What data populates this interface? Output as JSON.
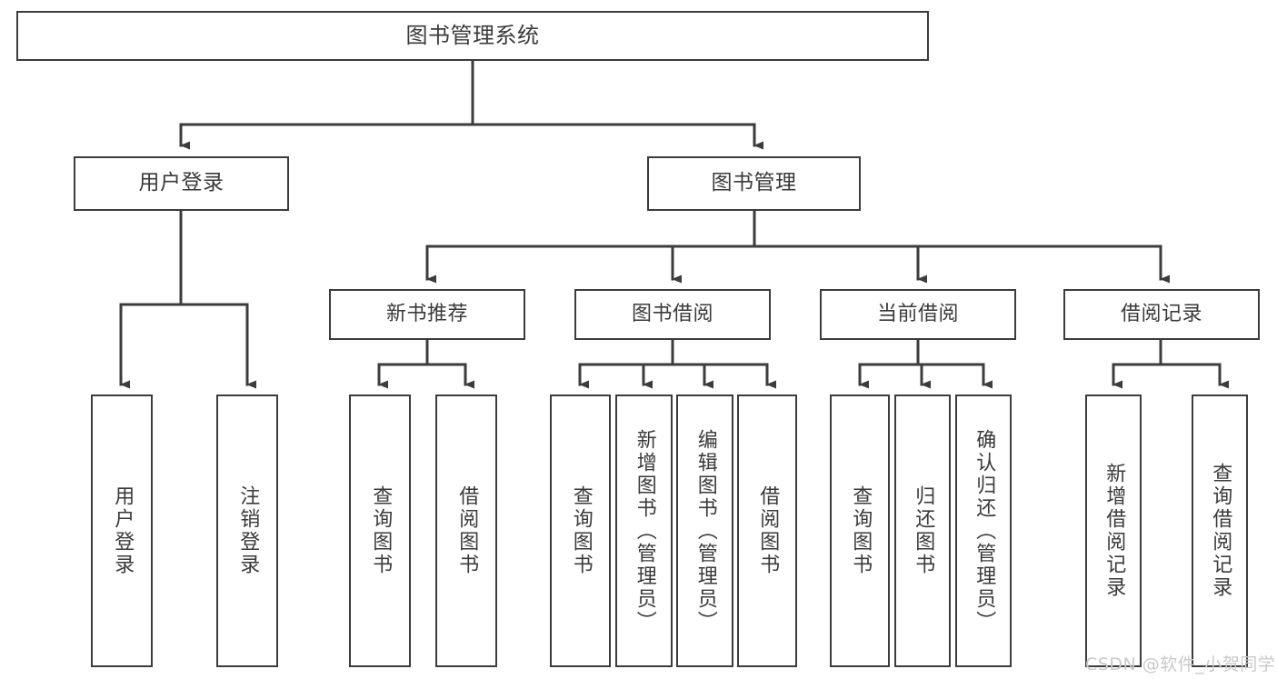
{
  "diagram": {
    "title": "图书管理系统",
    "type": "tree-hierarchy-chart",
    "background_color": "#ffffff",
    "line_color": "#3c3c3c",
    "text_color": "#3a3a3a",
    "root": {
      "label": "图书管理系统",
      "children": [
        {
          "label": "用户登录",
          "children": [
            {
              "label": "用户登录"
            },
            {
              "label": "注销登录"
            }
          ]
        },
        {
          "label": "图书管理",
          "children": [
            {
              "label": "新书推荐",
              "children": [
                {
                  "label": "查询图书"
                },
                {
                  "label": "借阅图书"
                }
              ]
            },
            {
              "label": "图书借阅",
              "children": [
                {
                  "label": "查询图书"
                },
                {
                  "label": "新增图书（管理员）"
                },
                {
                  "label": "编辑图书（管理员）"
                },
                {
                  "label": "借阅图书"
                }
              ]
            },
            {
              "label": "当前借阅",
              "children": [
                {
                  "label": "查询图书"
                },
                {
                  "label": "归还图书"
                },
                {
                  "label": "确认归还（管理员）"
                }
              ]
            },
            {
              "label": "借阅记录",
              "children": [
                {
                  "label": "新增借阅记录"
                },
                {
                  "label": "查询借阅记录"
                }
              ]
            }
          ]
        }
      ]
    },
    "nodes": {
      "root": "图书管理系统",
      "user_login": "用户登录",
      "book_manage": "图书管理",
      "new_book_rec": "新书推荐",
      "book_borrow": "图书借阅",
      "current_borrow": "当前借阅",
      "borrow_record": "借阅记录",
      "leaf_user_login": "用户登录",
      "leaf_logout": "注销登录",
      "leaf_query_book_1": "查询图书",
      "leaf_borrow_book_1": "借阅图书",
      "leaf_query_book_2": "查询图书",
      "leaf_add_book": "新增图书（管理员）",
      "leaf_edit_book": "编辑图书（管理员）",
      "leaf_borrow_book_2": "借阅图书",
      "leaf_query_book_3": "查询图书",
      "leaf_return_book": "归还图书",
      "leaf_confirm_return": "确认归还（管理员）",
      "leaf_add_record": "新增借阅记录",
      "leaf_query_record": "查询借阅记录"
    }
  },
  "watermark": {
    "text": "CSDN @软件_小贺同学"
  }
}
